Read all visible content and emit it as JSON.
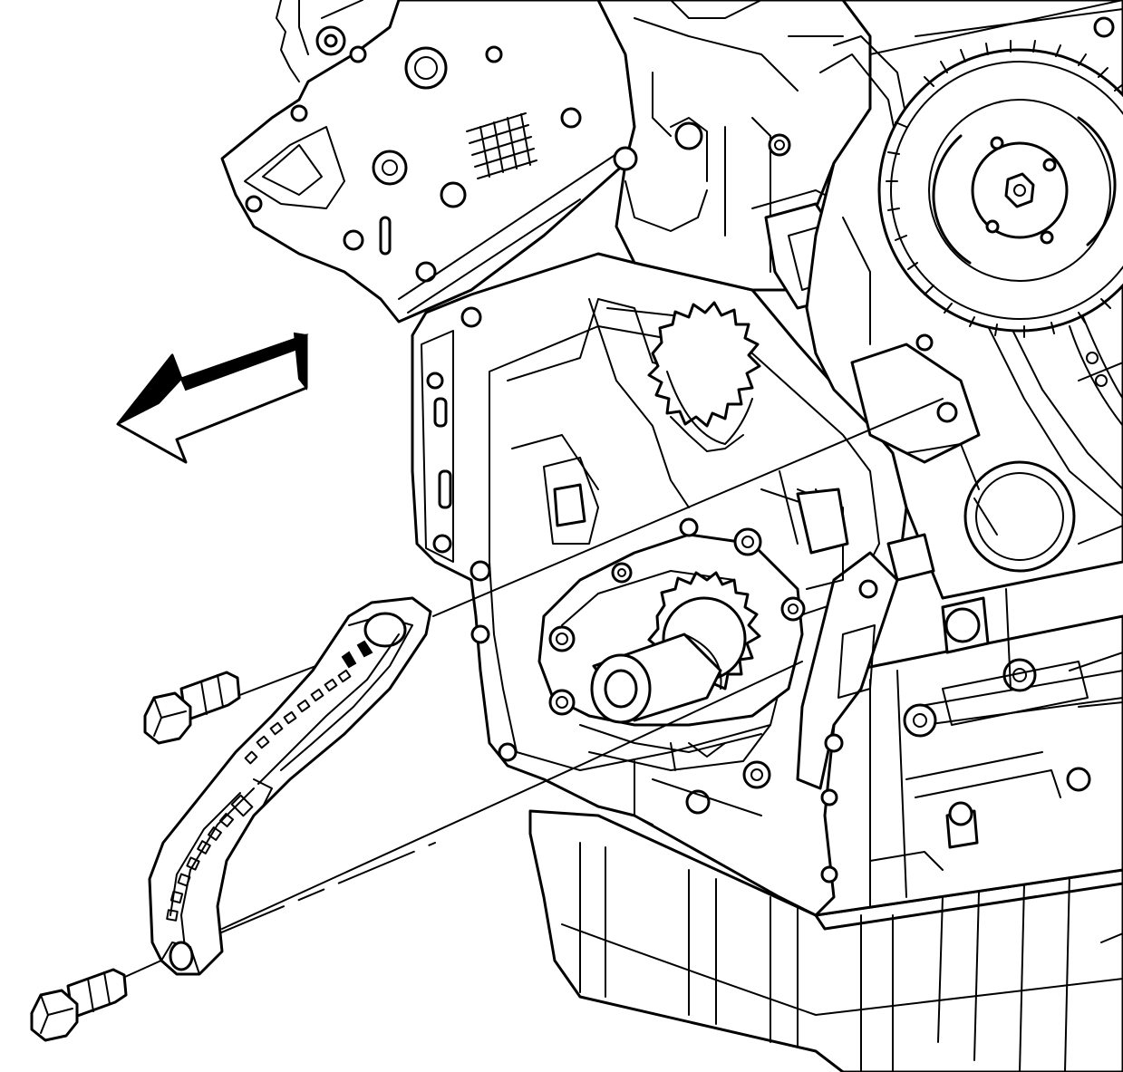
{
  "diagram": {
    "parts": {
      "block": "engine-block",
      "cylinder_head": "cylinder-head",
      "cam_sprocket": "camshaft-sprocket",
      "crank_sprocket": "crankshaft-sprocket",
      "oil_pan": "oil-pan",
      "guide": "timing-chain-guide",
      "bolt_upper": "guide-bolt-upper",
      "bolt_lower": "guide-bolt-lower",
      "arrow": "direction-arrow"
    },
    "colors": {
      "line": "#000000",
      "background": "#ffffff"
    }
  }
}
